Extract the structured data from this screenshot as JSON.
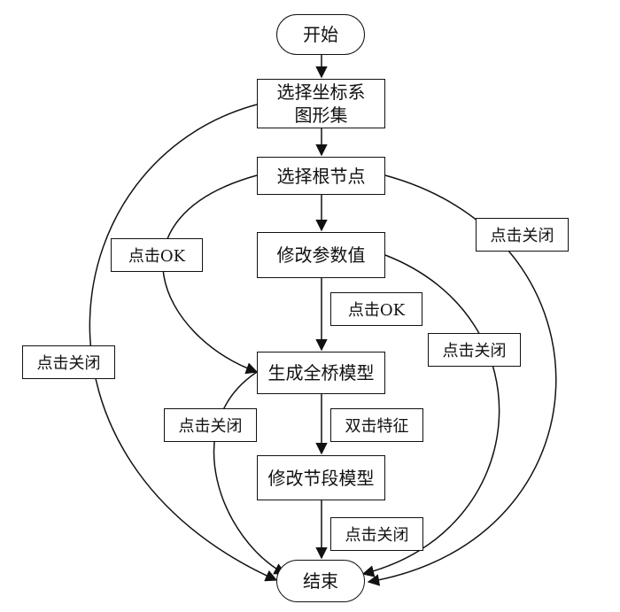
{
  "nodes": {
    "start": "开始",
    "select_coords_line1": "选择坐标系",
    "select_coords_line2": "图形集",
    "select_root": "选择根节点",
    "modify_params": "修改参数值",
    "generate_model": "生成全桥模型",
    "modify_segment": "修改节段模型",
    "end": "结束"
  },
  "edge_labels": {
    "ok_left": "点击OK",
    "ok_center": "点击OK",
    "close_far_left": "点击关闭",
    "close_far_right": "点击关闭",
    "close_right": "点击关闭",
    "close_left_inner": "点击关闭",
    "double_click": "双击特征",
    "close_bottom": "点击关闭"
  }
}
